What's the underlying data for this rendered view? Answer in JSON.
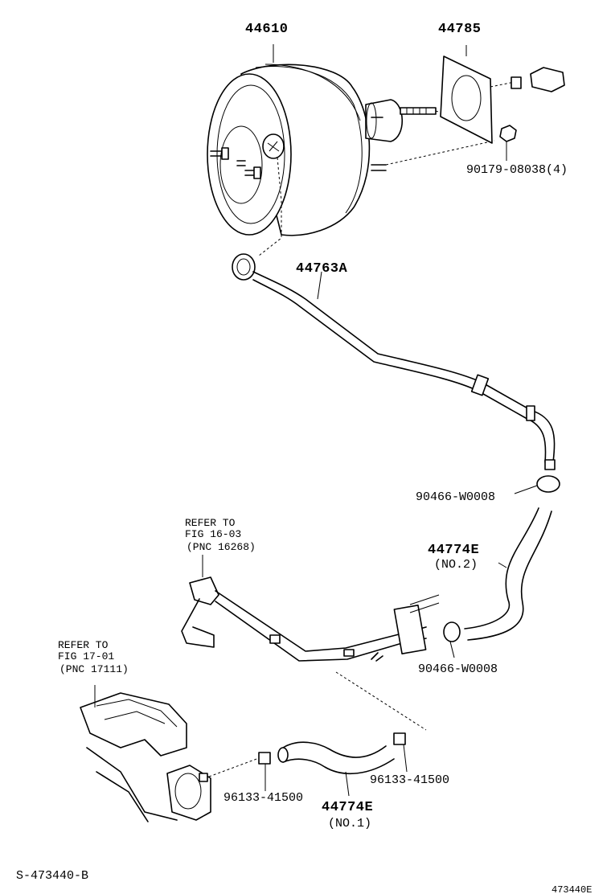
{
  "labels": {
    "booster": "44610",
    "gasket": "44785",
    "nut": "90179-08038(4)",
    "vacuum_pipe": "44763A",
    "clip_upper": "90466-W0008",
    "hose_no2_part": "44774E",
    "hose_no2_sub": "(NO.2)",
    "clip_middle": "90466-W0008",
    "clamp_left": "96133-41500",
    "clamp_right": "96133-41500",
    "hose_no1_part": "44774E",
    "hose_no1_sub": "(NO.1)"
  },
  "references": {
    "fuel_pipe": [
      "REFER TO",
      "FIG 16-03",
      "(PNC 16268)"
    ],
    "intake": [
      "REFER TO",
      "FIG 17-01",
      "(PNC 17111)"
    ]
  },
  "footer": {
    "left_code": "S-473440-B",
    "right_code": "473440E"
  }
}
